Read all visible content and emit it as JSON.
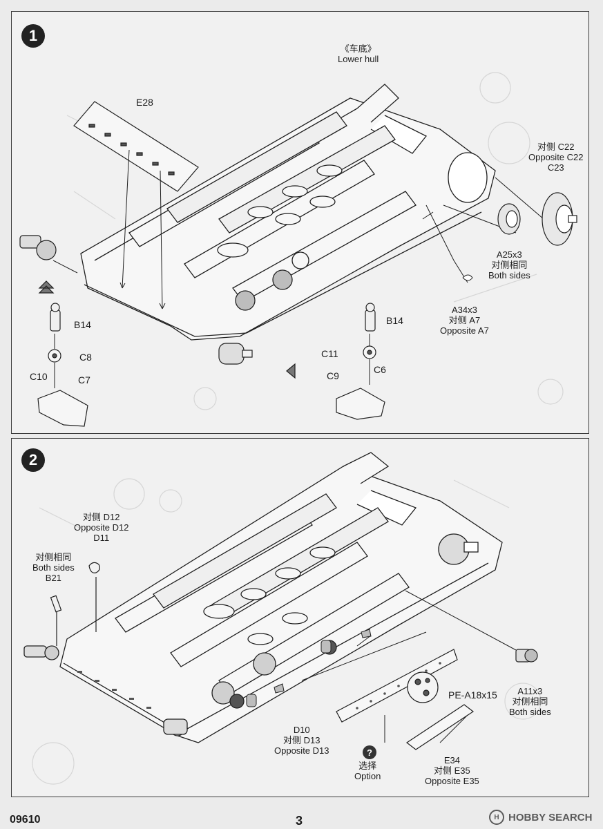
{
  "steps": [
    {
      "number": "1",
      "labels": {
        "lower_hull_cn": "《车底》",
        "lower_hull_en": "Lower hull",
        "e28": "E28",
        "opp_c22_cn": "对侧 C22",
        "opp_c22_en": "Opposite C22",
        "c23": "C23",
        "a25": "A25x3",
        "both_sides_cn": "对侧相同",
        "both_sides_en": "Both sides",
        "a34": "A34x3",
        "opp_a7_cn": "对侧 A7",
        "opp_a7_en": "Opposite A7",
        "b14_left": "B14",
        "c8": "C8",
        "c10": "C10",
        "c7": "C7",
        "b14_right": "B14",
        "c11": "C11",
        "c9": "C9",
        "c6": "C6"
      }
    },
    {
      "number": "2",
      "labels": {
        "opp_d12_cn": "对侧 D12",
        "opp_d12_en": "Opposite D12",
        "d11": "D11",
        "both_sides_cn": "对侧相同",
        "both_sides_en": "Both sides",
        "b21": "B21",
        "pe_a18": "PE-A18x15",
        "a11": "A11x3",
        "a11_both_cn": "对侧相同",
        "a11_both_en": "Both sides",
        "d10": "D10",
        "opp_d13_cn": "对侧 D13",
        "opp_d13_en": "Opposite D13",
        "option_mark": "?",
        "option_cn": "选择",
        "option_en": "Option",
        "e34": "E34",
        "opp_e35_cn": "对侧 E35",
        "opp_e35_en": "Opposite E35"
      }
    }
  ],
  "footer": {
    "kit_number": "09610",
    "page_number": "3",
    "watermark": "HOBBY SEARCH",
    "watermark_logo": "H"
  }
}
